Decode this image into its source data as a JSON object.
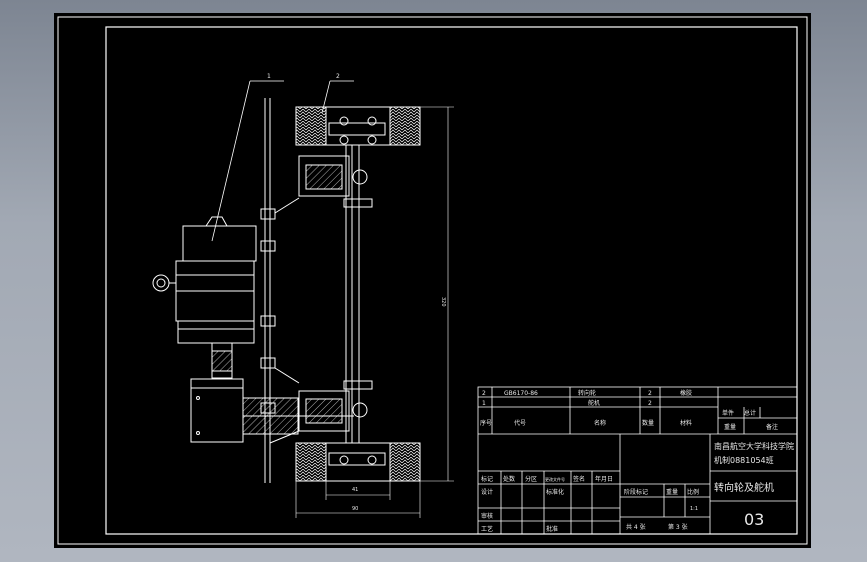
{
  "title_block": {
    "school_line1": "南昌航空大学科技学院",
    "school_line2": "机制0881054班",
    "drawing_name": "转向轮及舵机",
    "sheet_number": "03",
    "scale_ratio": "1:1",
    "sheet_count": "共 4 张",
    "sheet_index": "第 3 张"
  },
  "parts_list": {
    "rows": [
      {
        "seq": "2",
        "code": "GB6170-86",
        "name": "转向轮",
        "qty": "2",
        "material": "橡胶"
      },
      {
        "seq": "1",
        "code": "",
        "name": "舵机",
        "qty": "2",
        "material": ""
      }
    ],
    "header": {
      "seq": "序号",
      "code": "代号",
      "name": "名称",
      "qty": "数量",
      "material": "材料",
      "unit_weight": "单件",
      "total_weight": "总计",
      "weight": "重量",
      "remarks": "备注"
    }
  },
  "signature_block": {
    "labels": [
      "标记",
      "处数",
      "分区",
      "更改文件号",
      "签名",
      "年月日"
    ],
    "roles": [
      "设计",
      "审核",
      "工艺"
    ],
    "standardize": "标准化",
    "approve": "批准",
    "stage_mark": "阶段标记",
    "weight": "重量",
    "ratio": "比例"
  },
  "balloons": [
    "1",
    "2"
  ],
  "dimensions": {
    "overall_height": "320",
    "inner_width": "41",
    "outer_width": "90"
  },
  "colors": {
    "line": "#ffffff",
    "hatch": "#ffffff",
    "frame": "#ffffff",
    "background": "#000000"
  }
}
